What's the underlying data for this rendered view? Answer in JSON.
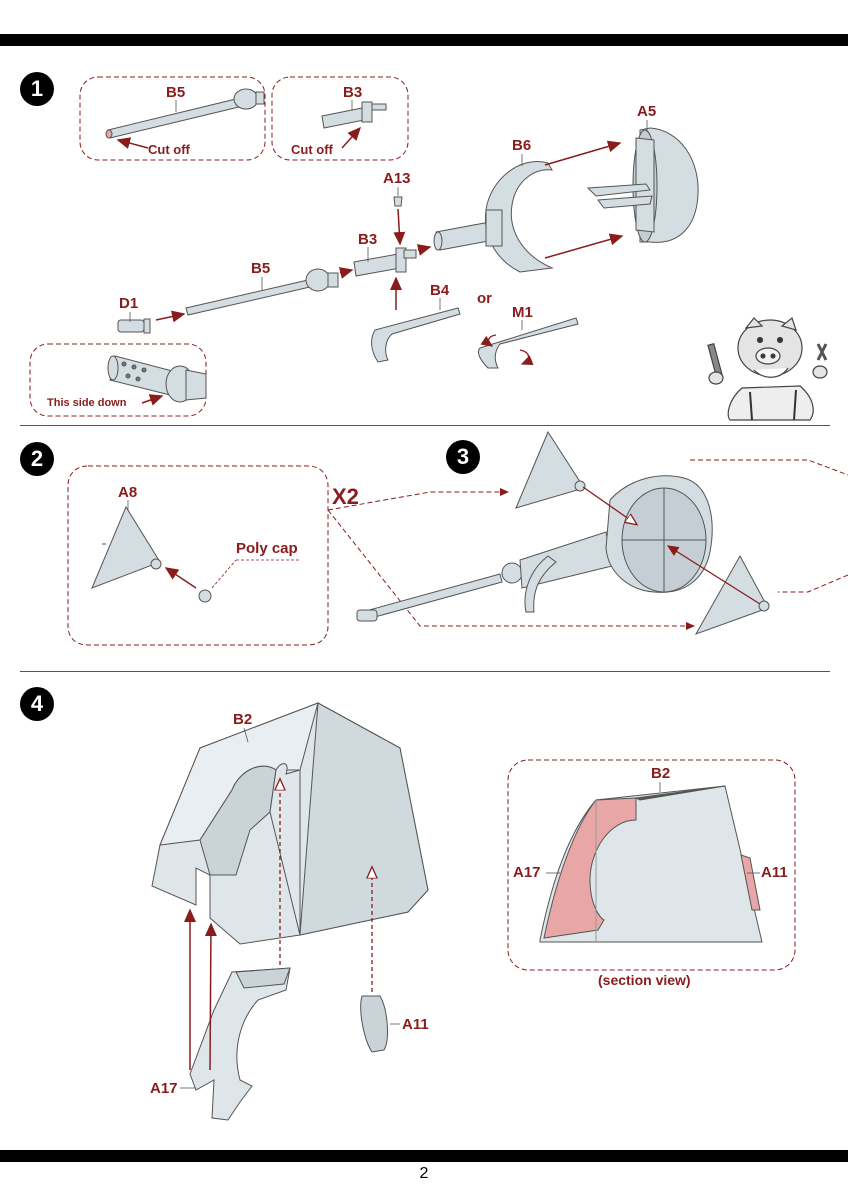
{
  "page_number": "2",
  "steps": [
    {
      "number": "1"
    },
    {
      "number": "2"
    },
    {
      "number": "3"
    },
    {
      "number": "4"
    }
  ],
  "step1": {
    "b5_detail": {
      "part": "B5",
      "note": "Cut off"
    },
    "b3_detail": {
      "part": "B3",
      "note": "Cut off"
    },
    "d1_detail": {
      "note": "This side down"
    },
    "parts": {
      "a5": "A5",
      "b6": "B6",
      "a13": "A13",
      "b3": "B3",
      "b5": "B5",
      "d1": "D1",
      "b4": "B4",
      "or": "or",
      "m1": "M1"
    }
  },
  "step2": {
    "a8": "A8",
    "poly_cap": "Poly cap",
    "multiplier": "X2"
  },
  "step4": {
    "b2": "B2",
    "a17": "A17",
    "a11": "A11",
    "section": {
      "b2": "B2",
      "a17": "A17",
      "a11": "A11",
      "caption": "(section view)"
    }
  },
  "colors": {
    "part_fill": "#d4dde2",
    "part_stroke": "#555555",
    "arrow": "#8a1c1c",
    "highlight": "#e8a6a6"
  }
}
